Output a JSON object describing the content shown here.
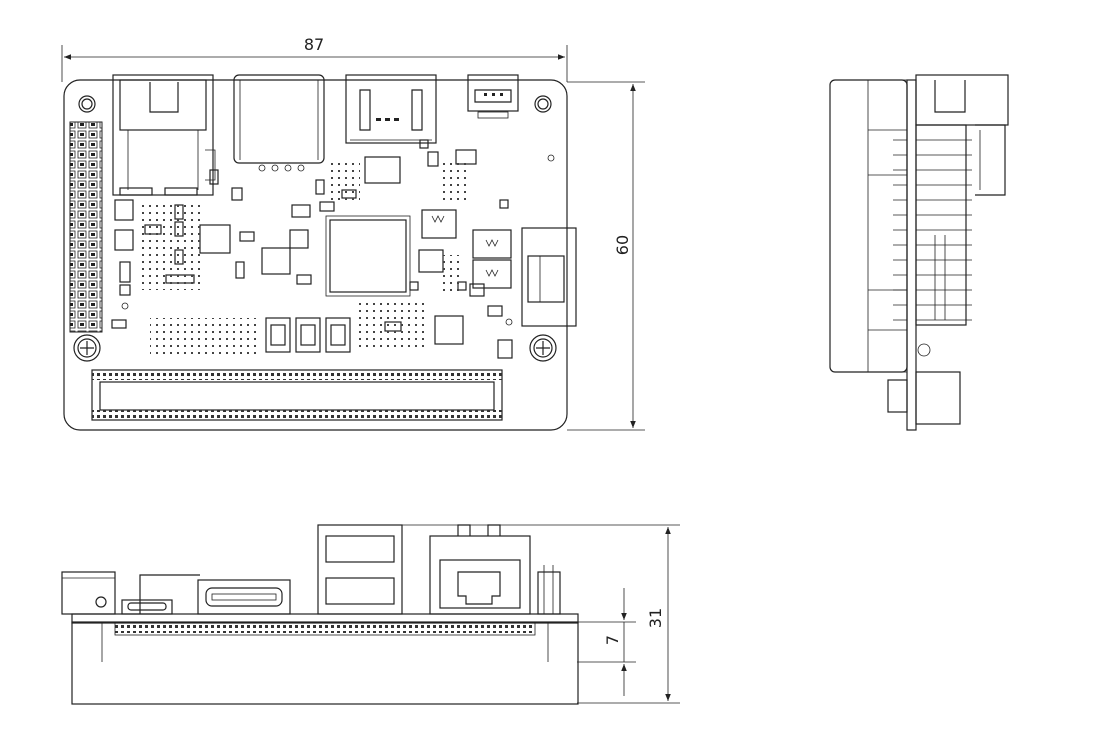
{
  "dimensions": {
    "width": "87",
    "height": "60",
    "total_height": "31",
    "board_offset": "7"
  },
  "views": {
    "top": "top-view",
    "side": "side-view",
    "front": "front-view"
  },
  "colors": {
    "line": "#222222",
    "background": "#ffffff"
  }
}
